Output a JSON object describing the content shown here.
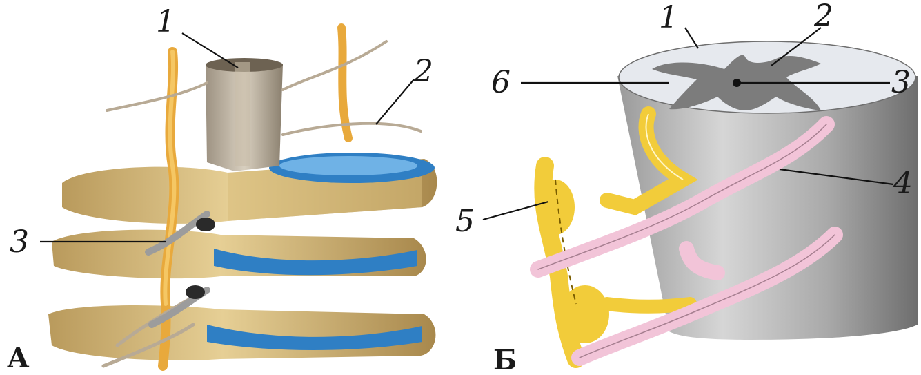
{
  "panels": [
    {
      "id": "A",
      "panel_label": "А",
      "callouts": [
        {
          "key": "1",
          "text": "1"
        },
        {
          "key": "2",
          "text": "2"
        },
        {
          "key": "3",
          "text": "3"
        }
      ]
    },
    {
      "id": "B",
      "panel_label": "Б",
      "callouts": [
        {
          "key": "1",
          "text": "1"
        },
        {
          "key": "2",
          "text": "2"
        },
        {
          "key": "3",
          "text": "3"
        },
        {
          "key": "4",
          "text": "4"
        },
        {
          "key": "5",
          "text": "5"
        },
        {
          "key": "6",
          "text": "6"
        }
      ]
    }
  ],
  "colors": {
    "bone": "#d9bd7c",
    "bone_dark": "#a88a4a",
    "disc": "#2f7fc4",
    "disc_light": "#6fb2e6",
    "nerve_yellow": "#f2cc3a",
    "nerve_orange": "#e8a93c",
    "cord_gray": "#8f8f8f",
    "cord_gray_light": "#cfcfcf",
    "gray_matter": "#7c7c7c",
    "white_matter": "#e6e9ee",
    "pink_root": "#f2c4d8",
    "meninges": "#b9ae9a"
  }
}
